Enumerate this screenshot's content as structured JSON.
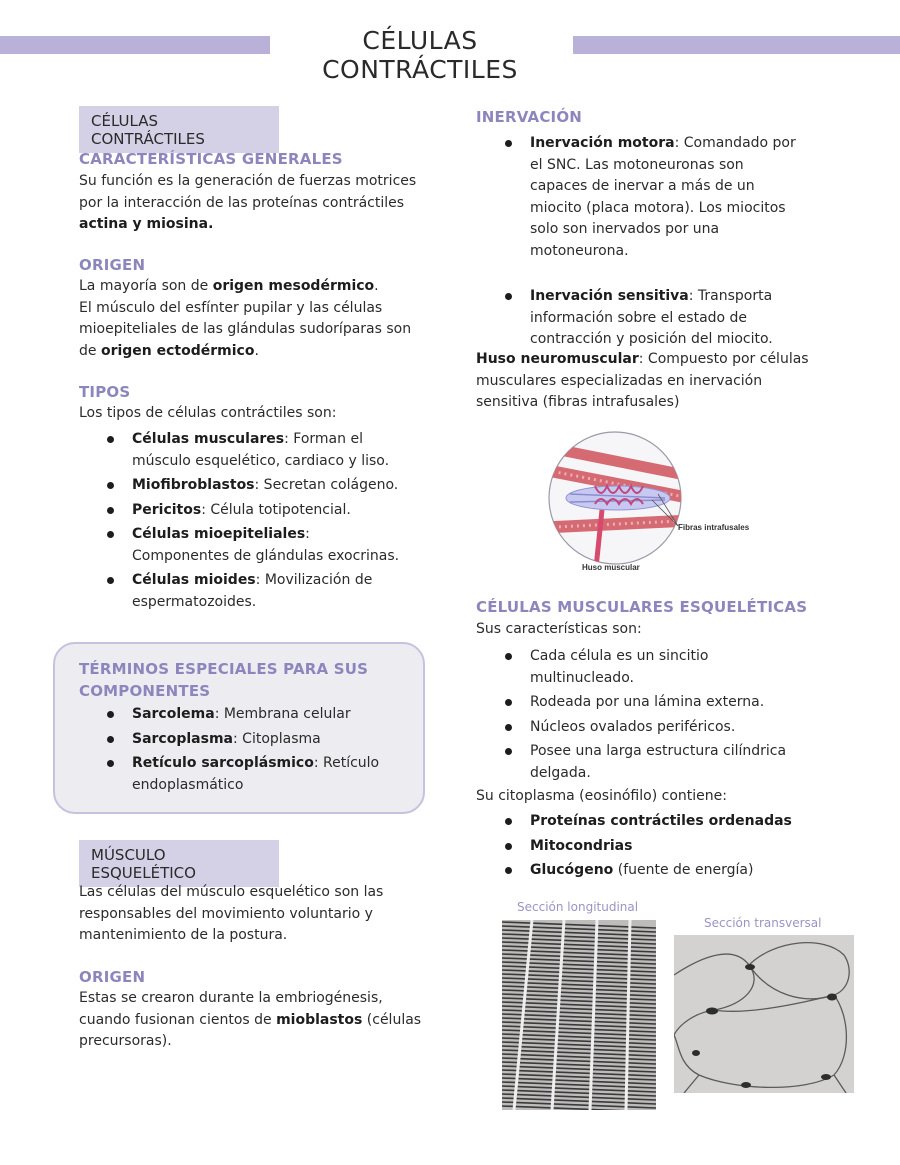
{
  "header": {
    "title": "CÉLULAS CONTRÁCTILES"
  },
  "left": {
    "box1": "CÉLULAS CONTRÁCTILES",
    "generales": {
      "title": "CARACTERÍSTICAS GENERALES",
      "p1": "Su función es la generación de fuerzas motrices por la interacción de las proteínas contráctiles ",
      "p1b": "actina y miosina."
    },
    "origen1": {
      "title": "ORIGEN",
      "a": "La mayoría son de ",
      "ab": "origen mesodérmico",
      "a2": ".",
      "b": "El músculo del esfínter pupilar y las células mioepiteliales de las glándulas sudoríparas son de ",
      "bb": "origen ectodérmico",
      "b2": "."
    },
    "tipos": {
      "title": "TIPOS",
      "intro": "Los tipos de células contráctiles son:",
      "items": [
        {
          "b": "Células musculares",
          "t": ": Forman el músculo esquelético, cardiaco y liso."
        },
        {
          "b": "Miofibroblastos",
          "t": ": Secretan colágeno."
        },
        {
          "b": "Pericitos",
          "t": ": Célula totipotencial."
        },
        {
          "b": "Células mioepiteliales",
          "t": ": Componentes de glándulas exocrinas."
        },
        {
          "b": "Células mioides",
          "t": ": Movilización de espermatozoides."
        }
      ]
    },
    "terminos": {
      "title": "TÉRMINOS ESPECIALES PARA SUS COMPONENTES",
      "items": [
        {
          "b": "Sarcolema",
          "t": ": Membrana celular"
        },
        {
          "b": "Sarcoplasma",
          "t": ": Citoplasma"
        },
        {
          "b": "Retículo sarcoplásmico",
          "t": ": Retículo endoplasmático"
        }
      ]
    },
    "box2": "MÚSCULO ESQUELÉTICO",
    "esq": "Las células del músculo esquelético son las responsables del movimiento voluntario y mantenimiento de la postura.",
    "origen2": {
      "title": "ORIGEN",
      "a": "Estas se crearon durante la embriogénesis, cuando fusionan cientos de ",
      "ab": "mioblastos",
      "a2": " (células precursoras)."
    }
  },
  "right": {
    "inervacion": {
      "title": "INERVACIÓN",
      "items": [
        {
          "b": "Inervación motora",
          "t": ": Comandado por el SNC. Las motoneuronas son capaces de inervar a más de un miocito (placa motora). Los miocitos solo son inervados por una motoneurona."
        },
        {
          "b": "Inervación sensitiva",
          "t": ": Transporta información sobre el estado de contracción y posición del miocito."
        }
      ]
    },
    "huso": {
      "b": "Huso neuromuscular",
      "t": ": Compuesto por células musculares especializadas en inervación sensitiva (fibras intrafusales)"
    },
    "figure": {
      "label_fibras": "Fibras intrafusales",
      "label_huso": "Huso muscular"
    },
    "esqueleticas": {
      "title": "CÉLULAS MUSCULARES ESQUELÉTICAS",
      "intro": "Sus características son:",
      "items": [
        "Cada célula es un sincitio multinucleado.",
        "Rodeada por una lámina externa.",
        "Núcleos ovalados periféricos.",
        "Posee una larga estructura cilíndrica delgada."
      ]
    },
    "citoplasma": {
      "intro": "Su citoplasma (eosinófilo) contiene:",
      "items": [
        {
          "b": "Proteínas contráctiles ordenadas",
          "t": ""
        },
        {
          "b": "Mitocondrias",
          "t": ""
        },
        {
          "b": "Glucógeno",
          "t": " (fuente de energía)"
        }
      ]
    },
    "captions": {
      "long": "Sección longitudinal",
      "trans": "Sección transversal"
    }
  },
  "colors": {
    "accent": "#b9b1d8",
    "subtitle": "#8d86bd",
    "boxlabel": "#d4d0e5"
  }
}
